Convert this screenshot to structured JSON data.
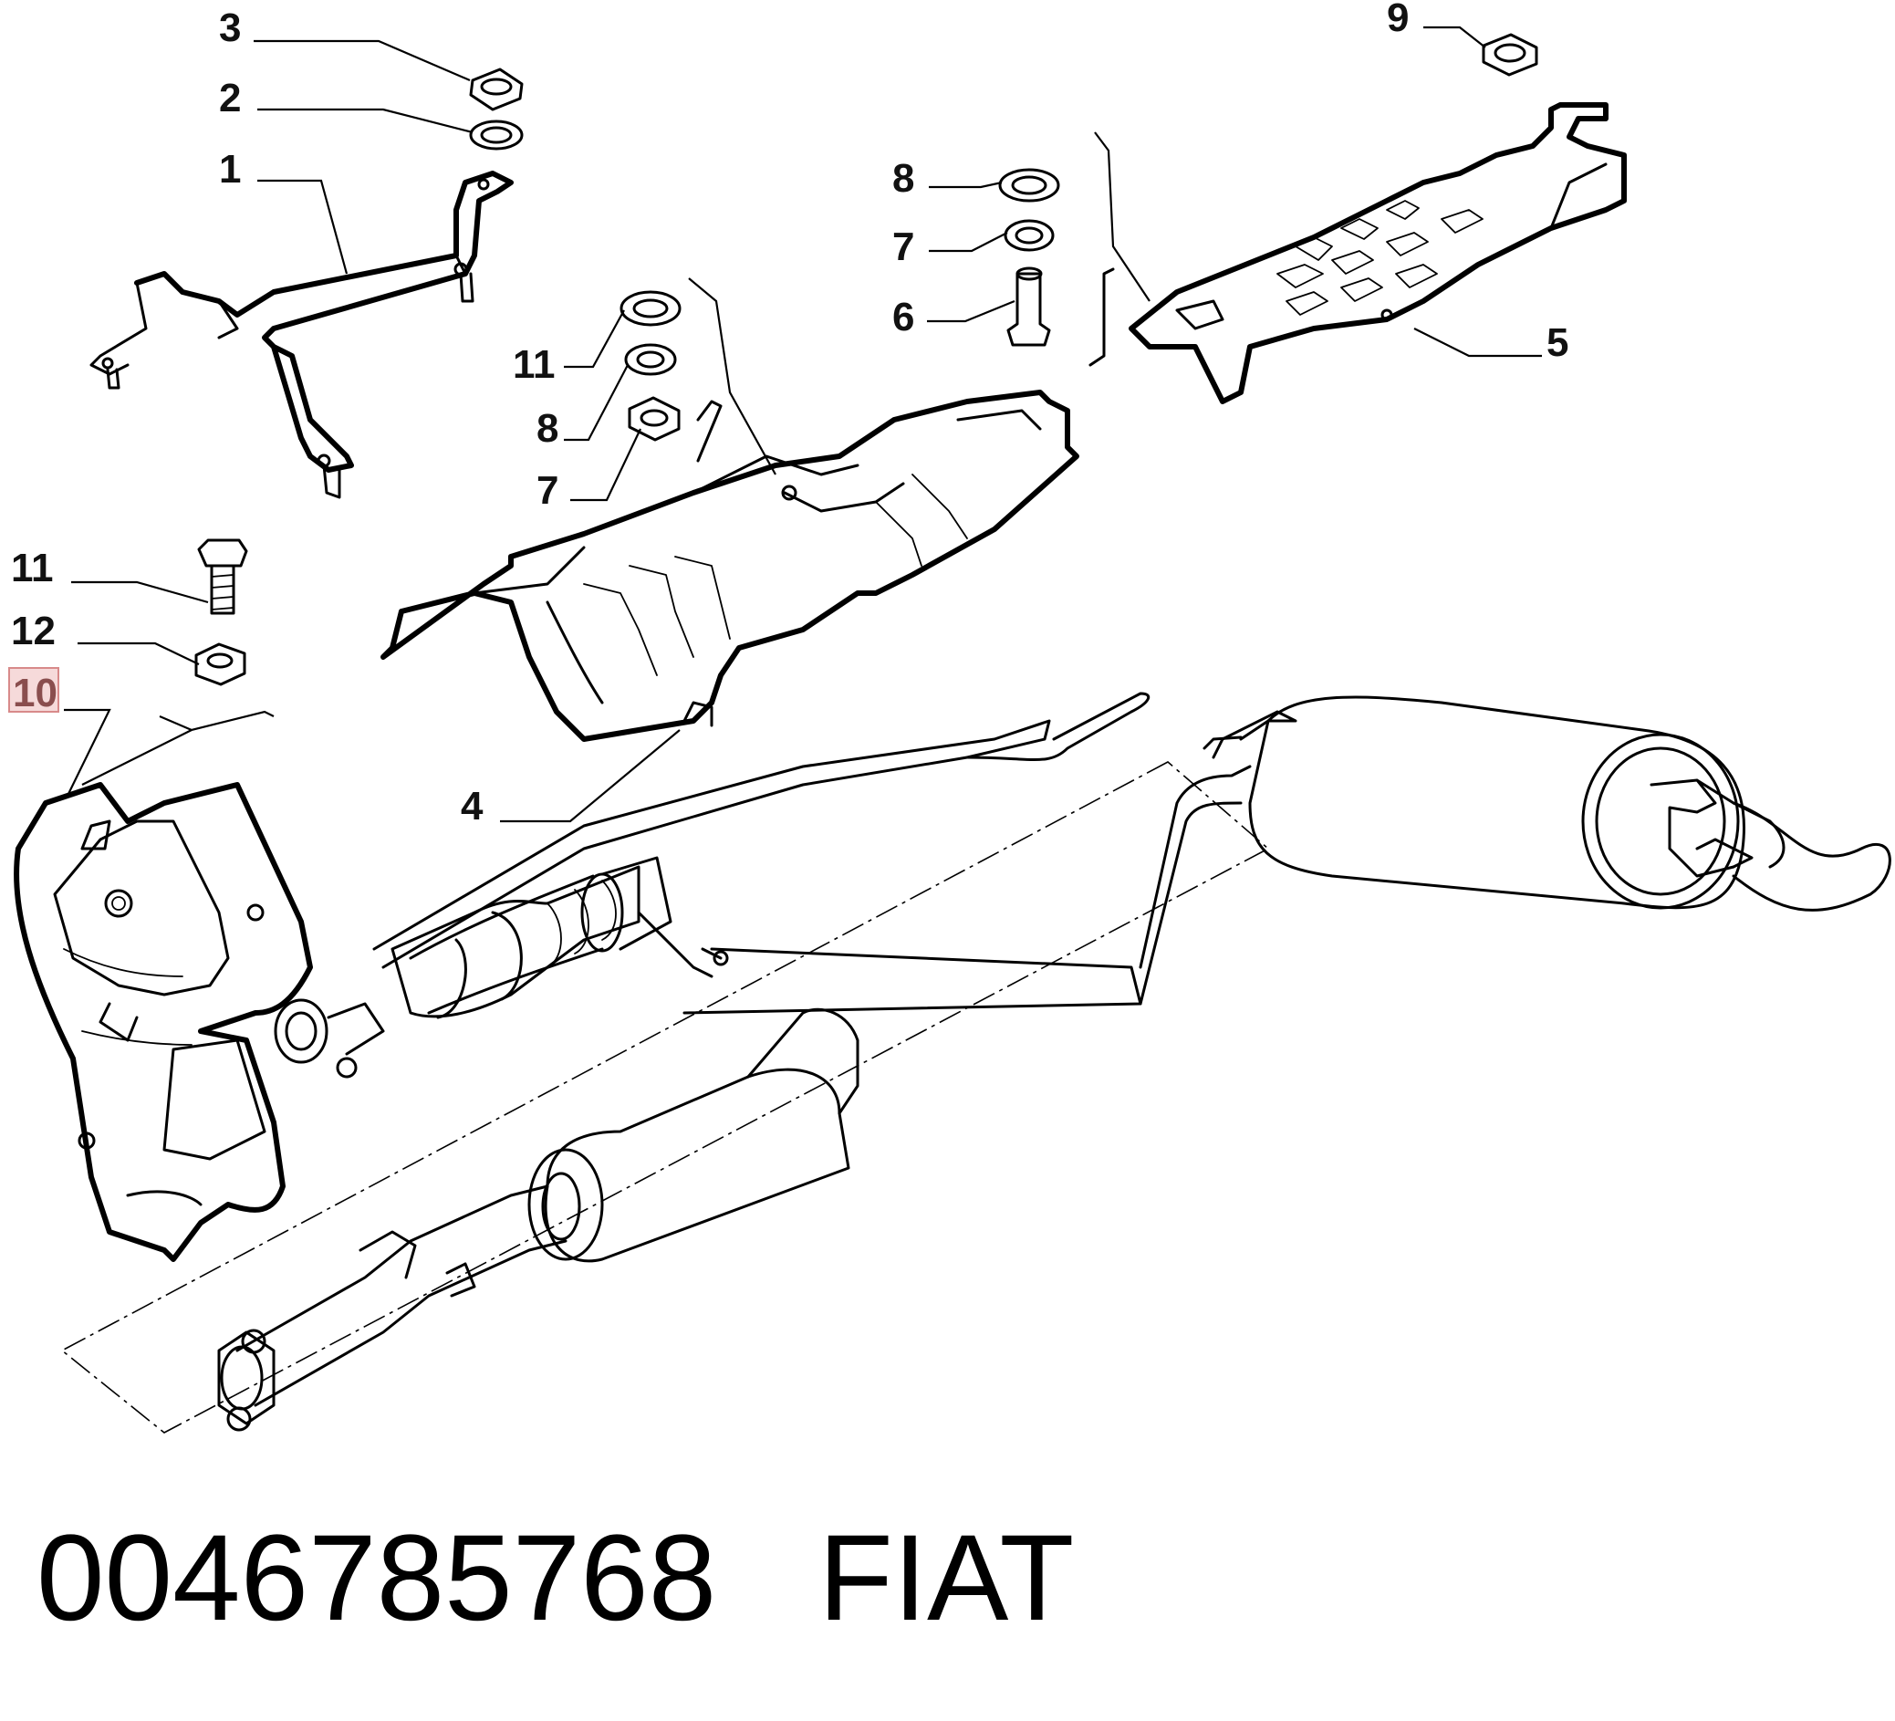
{
  "callouts": {
    "c3": "3",
    "c2": "2",
    "c1": "1",
    "c9": "9",
    "c8a": "8",
    "c7a": "7",
    "c6": "6",
    "c5": "5",
    "c11a": "11",
    "c8b": "8",
    "c7b": "7",
    "c11b": "11",
    "c12": "12",
    "c10": "10",
    "c4": "4"
  },
  "highlighted_callout": "10",
  "footer": {
    "part_number": "0046785768",
    "brand": "FIAT"
  },
  "colors": {
    "line": "#000000",
    "highlight_fill": "#f6dada",
    "highlight_border": "#d88a8a"
  }
}
